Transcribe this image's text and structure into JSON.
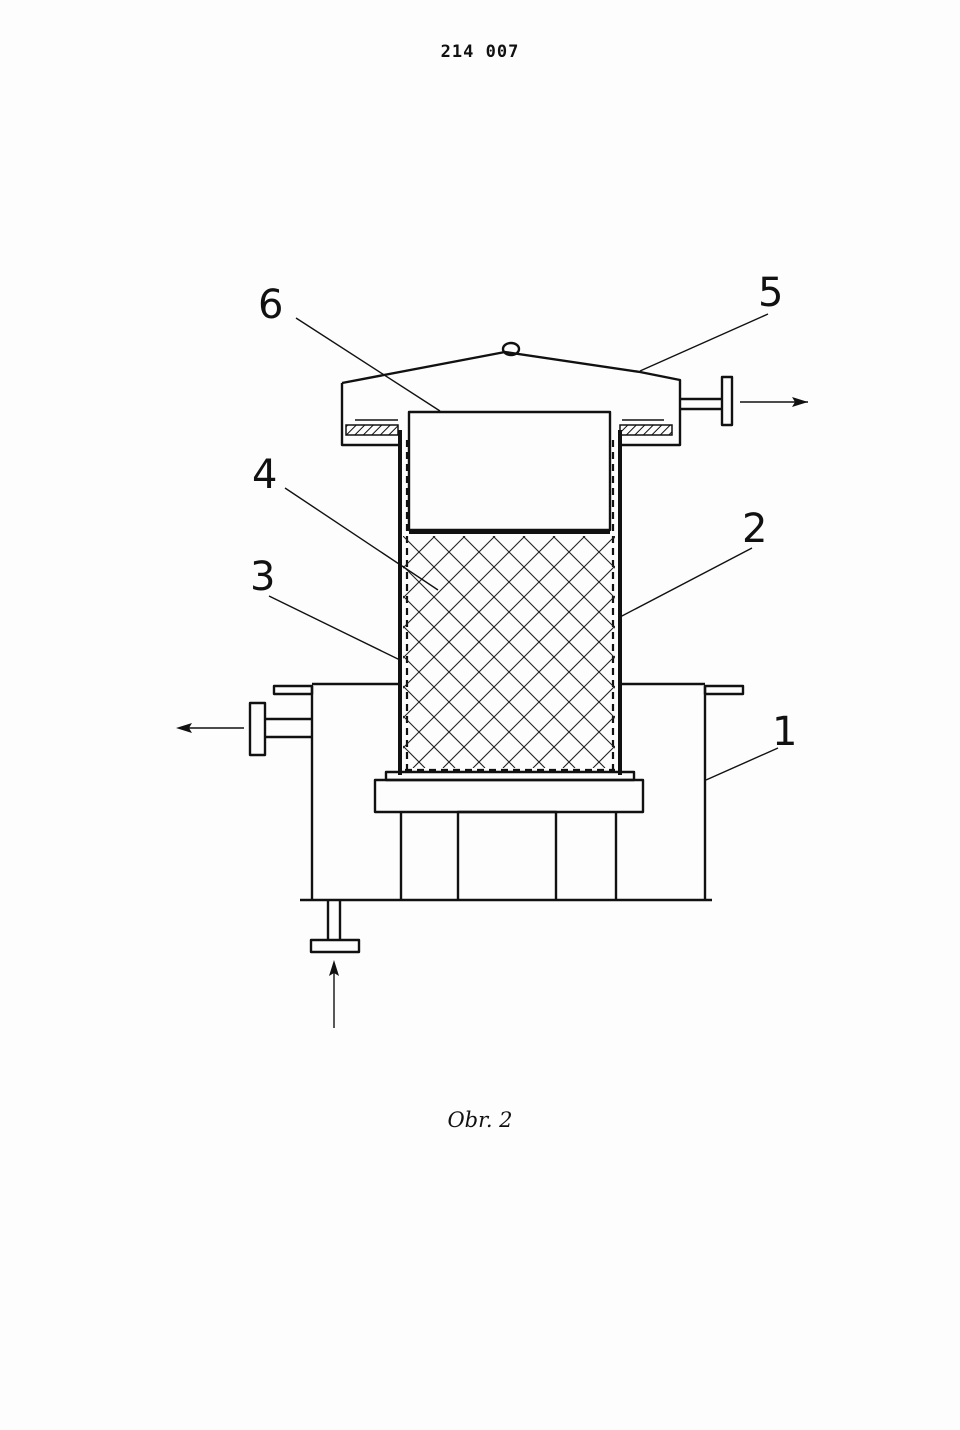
{
  "document": {
    "number": "214 007"
  },
  "figure": {
    "caption": "Obr. 2",
    "part_labels": {
      "p1": "1",
      "p2": "2",
      "p3": "3",
      "p4": "4",
      "p5": "5",
      "p6": "6"
    }
  },
  "colors": {
    "ink": "#111111",
    "paper": "#fdfdfd"
  }
}
